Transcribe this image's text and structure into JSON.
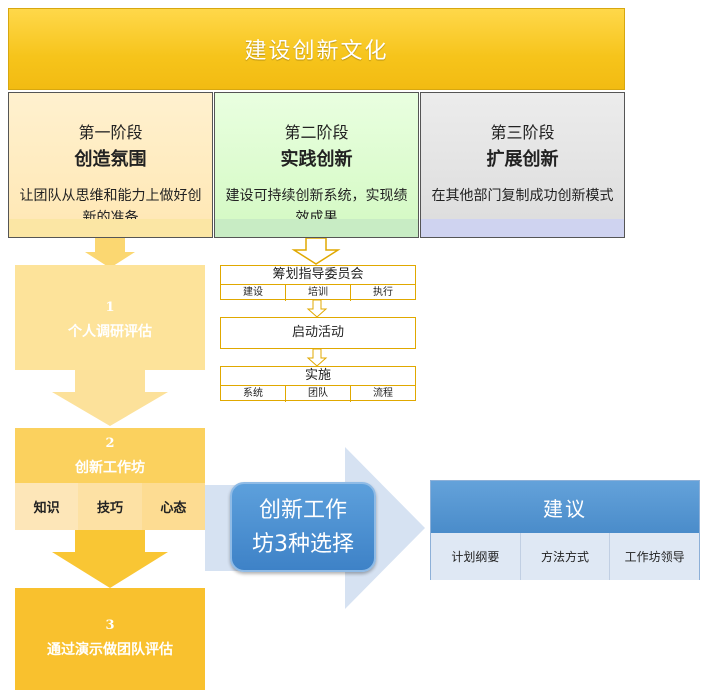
{
  "header": {
    "title": "建设创新文化"
  },
  "stages": [
    {
      "phase": "第一阶段",
      "name": "创造氛围",
      "desc": "让团队从思维和能力上做好创新的准备"
    },
    {
      "phase": "第二阶段",
      "name": "实践创新",
      "desc": "建设可持续创新系统，实现绩效成果"
    },
    {
      "phase": "第三阶段",
      "name": "扩展创新",
      "desc": "在其他部门复制成功创新模式"
    }
  ],
  "left_steps": [
    {
      "num": "1",
      "label": "个人调研评估"
    },
    {
      "num": "2",
      "label": "创新工作坊",
      "cells": [
        "知识",
        "技巧",
        "心态"
      ]
    },
    {
      "num": "3",
      "label": "通过演示做团队评估"
    }
  ],
  "middle_steps": [
    {
      "label": "筹划指导委员会",
      "subs": [
        "建设",
        "培训",
        "执行"
      ]
    },
    {
      "label": "启动活动"
    },
    {
      "label": "实施",
      "subs": [
        "系统",
        "团队",
        "流程"
      ]
    }
  ],
  "workshop_choice": "创新工作坊3种选择",
  "recommendation": {
    "title": "建议",
    "items": [
      "计划纲要",
      "方法方式",
      "工作坊领导"
    ]
  },
  "colors": {
    "header": "#f6c41b",
    "accent_blue": "#4a8cca",
    "arrow_yellow": "#fbd15e"
  }
}
